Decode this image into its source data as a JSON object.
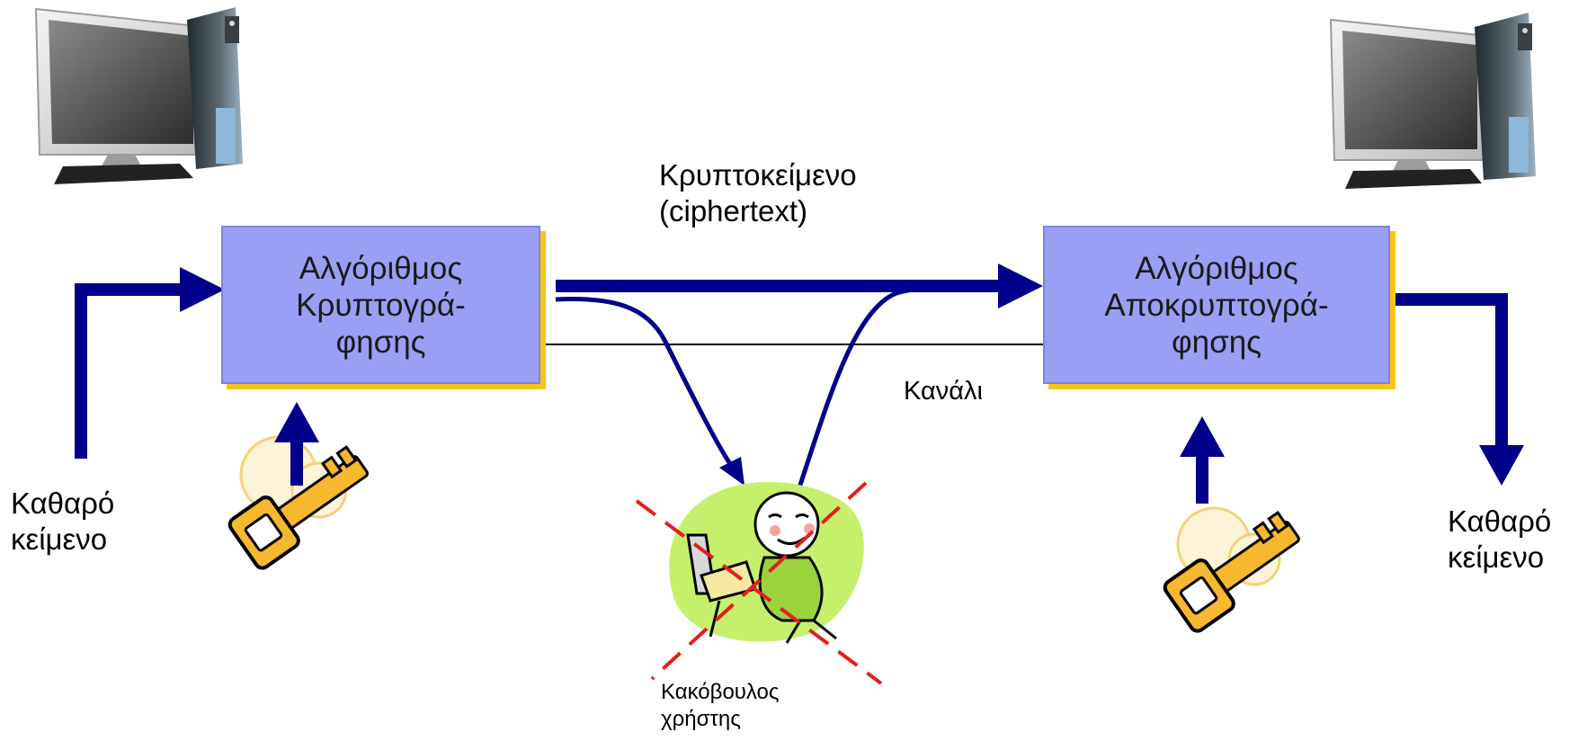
{
  "encrypt_box": {
    "line1": "Αλγόριθμος",
    "line2": "Κρυπτογρά-",
    "line3": "φησης"
  },
  "decrypt_box": {
    "line1": "Αλγόριθμος",
    "line2": "Αποκρυπτογρά-",
    "line3": "φησης"
  },
  "ciphertext": {
    "line1": "Κρυπτοκείμενο",
    "line2": "(ciphertext)"
  },
  "channel": "Κανάλι",
  "plaintext_in": {
    "line1": "Καθαρό",
    "line2": "κείμενο"
  },
  "plaintext_out": {
    "line1": "Καθαρό",
    "line2": "κείμενο"
  },
  "attacker": {
    "line1": "Κακόβουλος",
    "line2": "χρήστης"
  },
  "colors": {
    "arrow": "#00008b",
    "box": "#9b9ef5",
    "box_shadow": "#f3c61c",
    "key": "#f5b82e",
    "cross": "#e02020",
    "attacker_bg": "#c6f06b"
  }
}
